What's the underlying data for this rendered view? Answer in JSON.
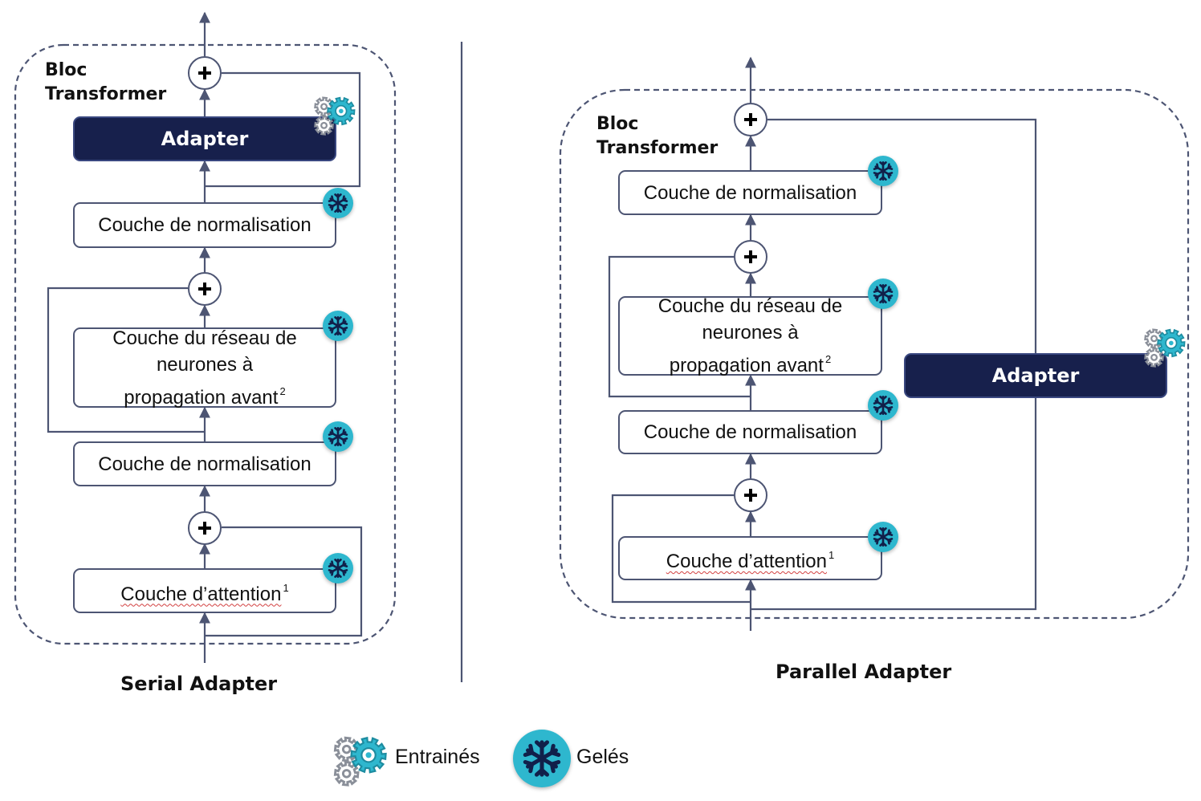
{
  "serial": {
    "block_title_line1": "Bloc",
    "block_title_line2": "Transformer",
    "adapter": "Adapter",
    "norm_top": "Couche de normalisation",
    "ffn_line1": "Couche du réseau de",
    "ffn_line2": "neurones à",
    "ffn_line3": "propagation avant",
    "ffn_sup": "2",
    "norm_bottom": "Couche de normalisation",
    "attention": "Couche d’attention",
    "attention_sup": "1",
    "caption": "Serial Adapter"
  },
  "parallel": {
    "block_title_line1": "Bloc",
    "block_title_line2": "Transformer",
    "norm_top": "Couche de normalisation",
    "ffn_line1": "Couche du réseau de",
    "ffn_line2": "neurones à",
    "ffn_line3": "propagation avant",
    "ffn_sup": "2",
    "norm_bottom": "Couche de normalisation",
    "attention": "Couche d’attention",
    "attention_sup": "1",
    "adapter": "Adapter",
    "caption": "Parallel Adapter"
  },
  "legend": {
    "trained": "Entrainés",
    "frozen": "Gelés"
  },
  "colors": {
    "line": "#4d5573",
    "adapter_fill": "#17204c",
    "frozen_badge": "#2eb7ce",
    "frozen_glyph": "#11204a",
    "gear_teal": "#2eb7ce",
    "gear_gray": "#8a8f99"
  }
}
